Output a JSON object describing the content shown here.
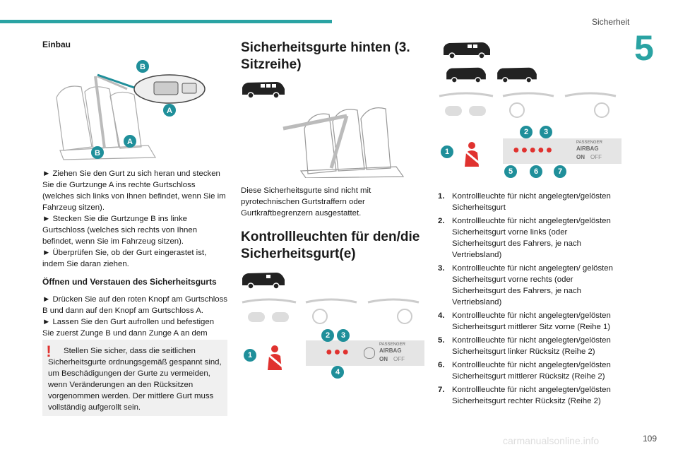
{
  "header": {
    "section": "Sicherheit",
    "chapter": "5",
    "page": "109"
  },
  "col1": {
    "heading": "Einbau",
    "paragraphs": [
      "► Ziehen Sie den Gurt zu sich heran und stecken Sie die Gurtzunge A ins rechte Gurtschloss (welches sich links von Ihnen befindet, wenn Sie im Fahrzeug sitzen).",
      "► Stecken Sie die Gurtzunge B ins linke Gurtschloss (welches sich rechts von Ihnen befindet, wenn Sie im Fahrzeug sitzen).",
      "► Überprüfen Sie, ob der Gurt eingerastet ist, indem Sie daran ziehen."
    ],
    "subheading": "Öffnen und Verstauen des Sicherheitsgurts",
    "paragraphs2": [
      "► Drücken Sie auf den roten Knopf am Gurtschloss B und dann auf den Knopf am Gurtschloss A.",
      "► Lassen Sie den Gurt aufrollen und befestigen Sie zuerst Zunge B und dann Zunge A an dem Magneten am Verankerungspunkt im Dach."
    ],
    "warning": "Stellen Sie sicher, dass die seitlichen Sicherheitsgurte ordnungsgemäß gespannt sind, um Beschädigungen der Gurte zu vermeiden, wenn Veränderungen an den Rücksitzen vorgenommen werden. Der mittlere Gurt muss vollständig aufgerollt sein.",
    "labels": {
      "a": "A",
      "b": "B"
    }
  },
  "col2": {
    "heading1": "Sicherheitsgurte hinten (3. Sitzreihe)",
    "para": "Diese Sicherheitsgurte sind nicht mit pyrotechnischen Gurtstraffern oder Gurtkraftbegrenzern ausgestattet.",
    "heading2": "Kontrollleuchten für den/die Sicherheitsgurt(e)",
    "airbag": {
      "line1": "PASSENGER",
      "line2": "AIRBAG",
      "on": "ON",
      "off": "OFF"
    },
    "badges": [
      "1",
      "2",
      "3",
      "4"
    ]
  },
  "col3": {
    "airbag": {
      "line1": "PASSENGER",
      "line2": "AIRBAG",
      "on": "ON",
      "off": "OFF"
    },
    "badges": [
      "1",
      "2",
      "3",
      "5",
      "6",
      "7"
    ],
    "items": [
      {
        "n": "1.",
        "text": "Kontrollleuchte für nicht angelegten/gelösten Sicherheitsgurt"
      },
      {
        "n": "2.",
        "text": "Kontrollleuchte für nicht angelegten/gelösten Sicherheitsgurt vorne links (oder Sicherheitsgurt des Fahrers, je nach Vertriebsland)"
      },
      {
        "n": "3.",
        "text": "Kontrollleuchte für nicht angelegten/ gelösten Sicherheitsgurt vorne rechts (oder Sicherheitsgurt des Fahrers, je nach Vertriebsland)"
      },
      {
        "n": "4.",
        "text": "Kontrollleuchte für nicht angelegten/gelösten Sicherheitsgurt mittlerer Sitz vorne (Reihe 1)"
      },
      {
        "n": "5.",
        "text": "Kontrollleuchte für nicht angelegten/gelösten Sicherheitsgurt linker Rücksitz (Reihe 2)"
      },
      {
        "n": "6.",
        "text": "Kontrollleuchte für nicht angelegten/gelösten Sicherheitsgurt mittlerer Rücksitz (Reihe 2)"
      },
      {
        "n": "7.",
        "text": "Kontrollleuchte für nicht angelegten/gelösten Sicherheitsgurt rechter Rücksitz (Reihe 2)"
      }
    ]
  },
  "watermark": "carmanualsonline.info",
  "colors": {
    "accent": "#2aa3a3",
    "badge": "#1f8f9a",
    "warning": "#e0322f",
    "telltale": "#e0322f"
  }
}
